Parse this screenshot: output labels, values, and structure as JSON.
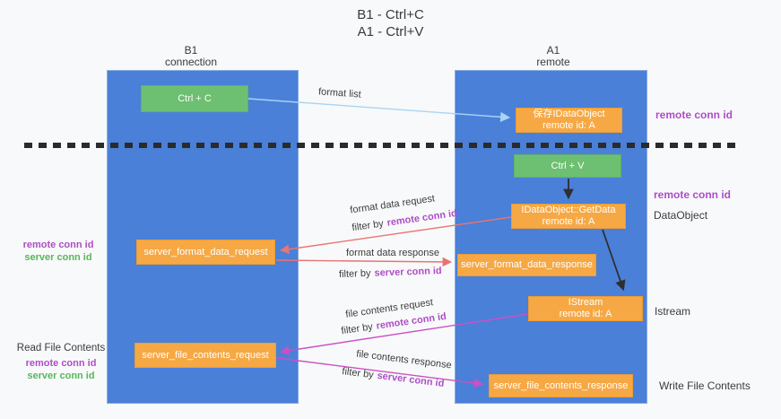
{
  "title": {
    "line1": "B1 - Ctrl+C",
    "line2": "A1 - Ctrl+V"
  },
  "lanes": {
    "left": {
      "title": "B1",
      "subtitle": "connection"
    },
    "right": {
      "title": "A1",
      "subtitle": "remote"
    }
  },
  "nodes": {
    "ctrl_c": {
      "label": "Ctrl + C"
    },
    "ctrl_v": {
      "label": "Ctrl + V"
    },
    "save_dataobject": {
      "line1": "保存IDataObject",
      "line2": "remote id: A"
    },
    "getdata": {
      "line1": "IDataObject::GetData",
      "line2": "remote id: A"
    },
    "istream": {
      "line1": "IStream",
      "line2": "remote id: A"
    },
    "server_format_data_request": {
      "label": "server_format_data_request"
    },
    "server_format_data_response": {
      "label": "server_format_data_response"
    },
    "server_file_contents_request": {
      "label": "server_file_contents_request"
    },
    "server_file_contents_response": {
      "label": "server_file_contents_response"
    }
  },
  "edge_labels": {
    "format_list": "format list",
    "format_data_request": "format data request",
    "format_data_response": "format data response",
    "file_contents_request": "file contents request",
    "file_contents_response": "file contents response",
    "filter_by": "filter by",
    "remote_conn_id": "remote conn id",
    "server_conn_id": "server conn id"
  },
  "side_labels": {
    "remote_conn_id_top": "remote conn id",
    "remote_conn_id_mid": "remote conn id",
    "dataobject": "DataObject",
    "istream": "Istream",
    "read_file_contents": "Read File Contents",
    "write_file_contents": "Write File Contents",
    "left_remote_conn_id": "remote conn id",
    "left_server_conn_id": "server conn id"
  },
  "colors": {
    "lane_blue": "#4a80d8",
    "node_orange": "#f6a844",
    "node_green": "#6dbf71",
    "arrow_blue": "#a8d5f2",
    "arrow_red": "#e87474",
    "arrow_magenta": "#cb50c4",
    "arrow_black": "#2f2f2f",
    "text_purple": "#ae4ec6",
    "text_green": "#57b75b",
    "separator": "#2b2b2b"
  }
}
